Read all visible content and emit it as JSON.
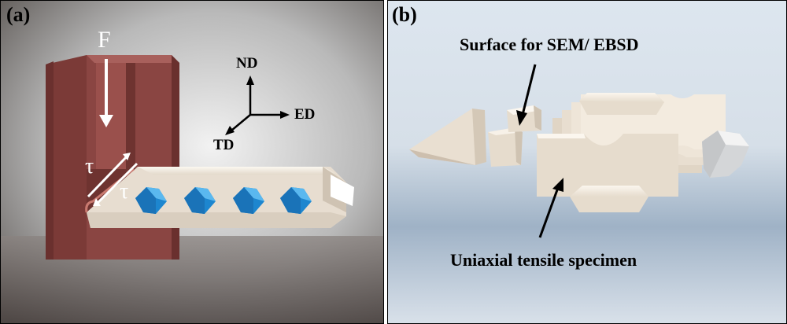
{
  "panel_a": {
    "tag": "(a)",
    "force_label": "F",
    "shear_label_upper": "τ",
    "shear_label_lower": "τ",
    "axes": {
      "nd": "ND",
      "ed": "ED",
      "td": "TD"
    },
    "colors": {
      "die": "#7a3a38",
      "specimen": "#1e8fd8",
      "bar": "#efe6da"
    }
  },
  "panel_b": {
    "tag": "(b)",
    "callout_top": "Surface for SEM/ EBSD",
    "callout_bottom": "Uniaxial tensile specimen",
    "colors": {
      "part": "#e6dccd"
    }
  }
}
